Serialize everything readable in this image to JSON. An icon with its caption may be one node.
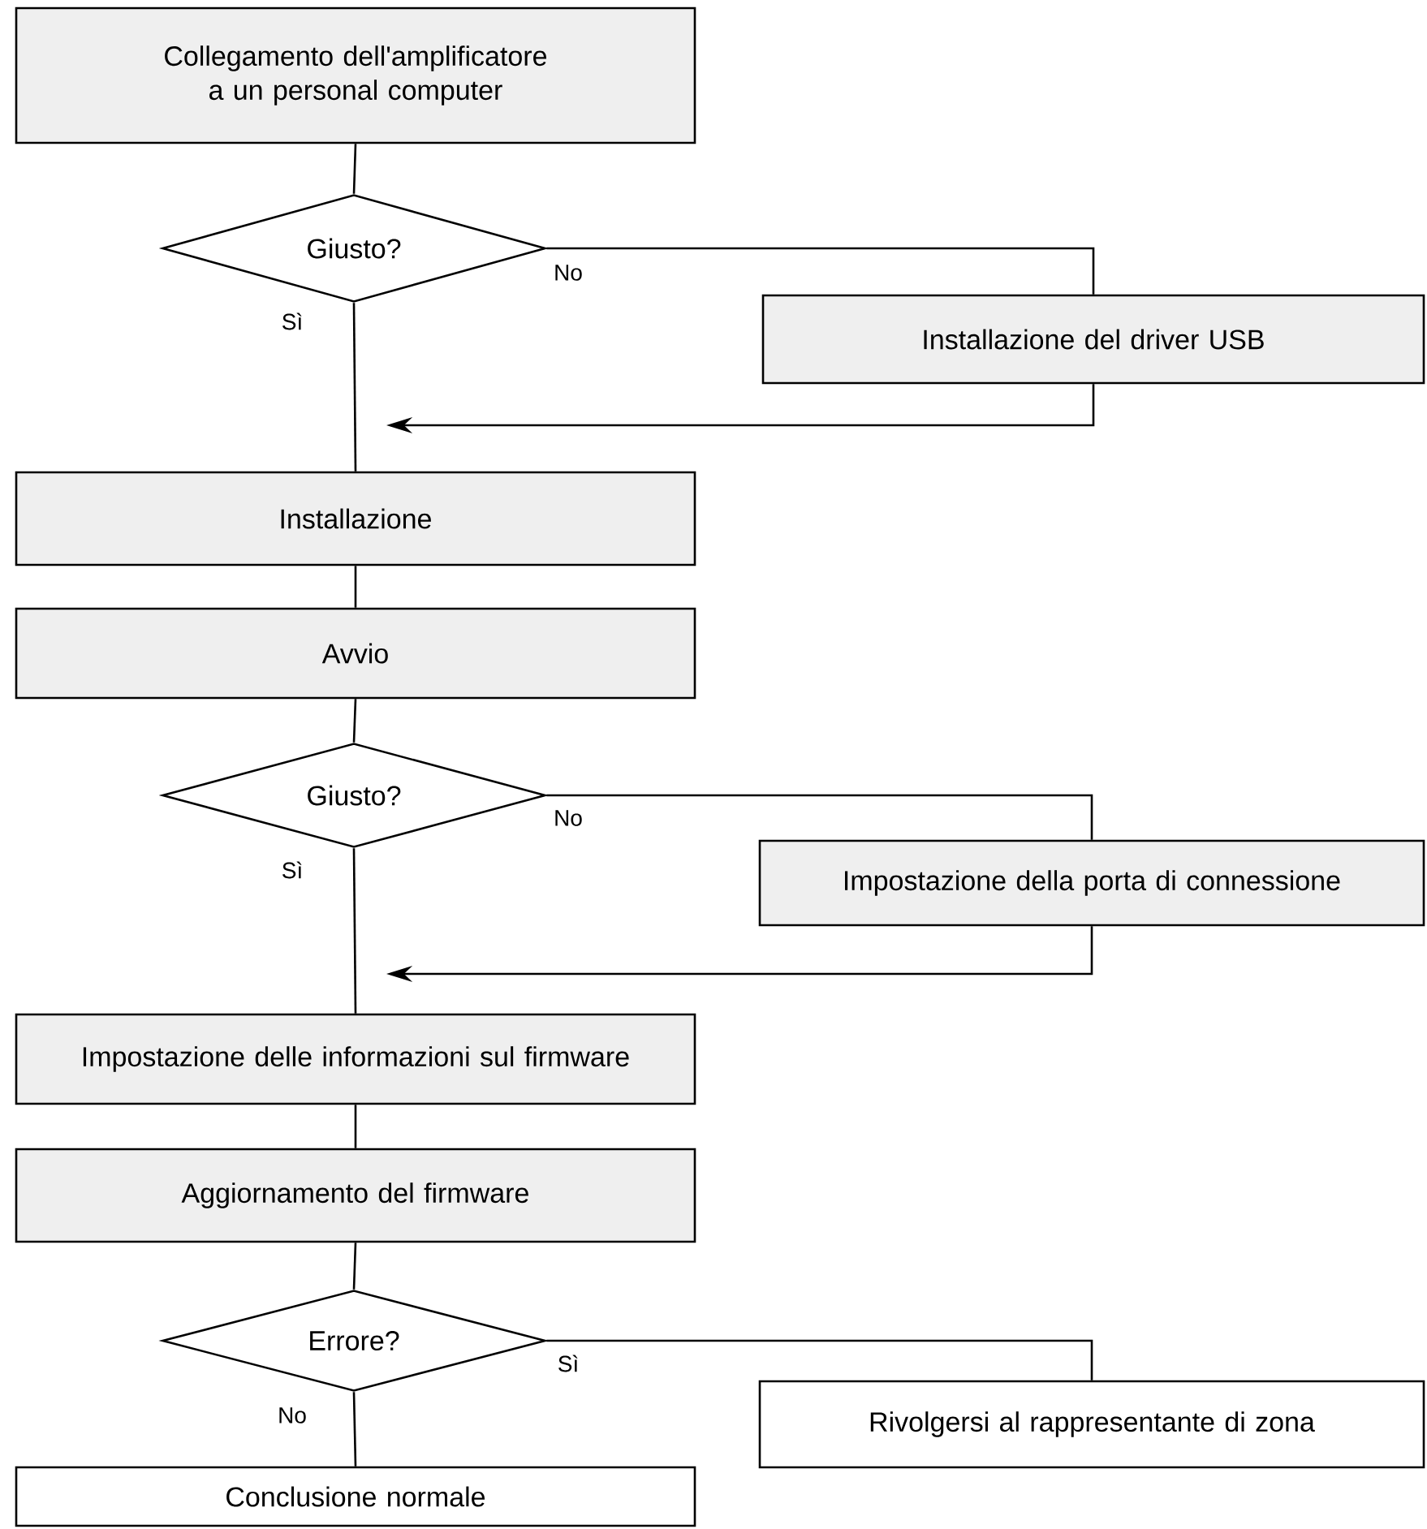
{
  "diagram": {
    "nodes": [
      {
        "text": [
          "Collegamento dell'amplificatore a un personal computer"
        ]
      },
      {
        "text": [
          "Giusto?"
        ]
      },
      {
        "text": [
          "Installazione del driver USB"
        ]
      },
      {
        "text": [
          "Installazione"
        ]
      },
      {
        "text": [
          "Avvio"
        ]
      },
      {
        "text": [
          "Giusto?"
        ]
      },
      {
        "text": [
          "Impostazione della porta di connessione"
        ]
      },
      {
        "text": [
          "Impostazione delle informazioni sul firmware"
        ]
      },
      {
        "text": [
          "Aggiornamento del firmware"
        ]
      },
      {
        "text": [
          "Errore?"
        ]
      },
      {
        "text": [
          "Rivolgersi al rappresentante di zona"
        ]
      },
      {
        "text": [
          "Conclusione normale"
        ]
      }
    ],
    "edges": [
      {
        "from": 0,
        "to": 1,
        "arrow": "none"
      },
      {
        "from": 1,
        "to": 2,
        "arrow": "none",
        "label": "No"
      },
      {
        "from": 2,
        "to": null,
        "arrow": "to"
      },
      {
        "from": 1,
        "to": 3,
        "arrow": "none",
        "label": "Sì"
      },
      {
        "from": 3,
        "to": 4,
        "arrow": "none"
      },
      {
        "from": 4,
        "to": 5,
        "arrow": "none"
      },
      {
        "from": 5,
        "to": 6,
        "arrow": "none",
        "label": "No"
      },
      {
        "from": 6,
        "to": null,
        "arrow": "to"
      },
      {
        "from": 5,
        "to": 7,
        "arrow": "none",
        "label": "Sì"
      },
      {
        "from": 7,
        "to": 8,
        "arrow": "none"
      },
      {
        "from": 8,
        "to": 9,
        "arrow": "none"
      },
      {
        "from": 9,
        "to": 10,
        "arrow": "none",
        "label": "Sì"
      },
      {
        "from": 9,
        "to": 11,
        "arrow": "none",
        "label": "No"
      }
    ]
  }
}
